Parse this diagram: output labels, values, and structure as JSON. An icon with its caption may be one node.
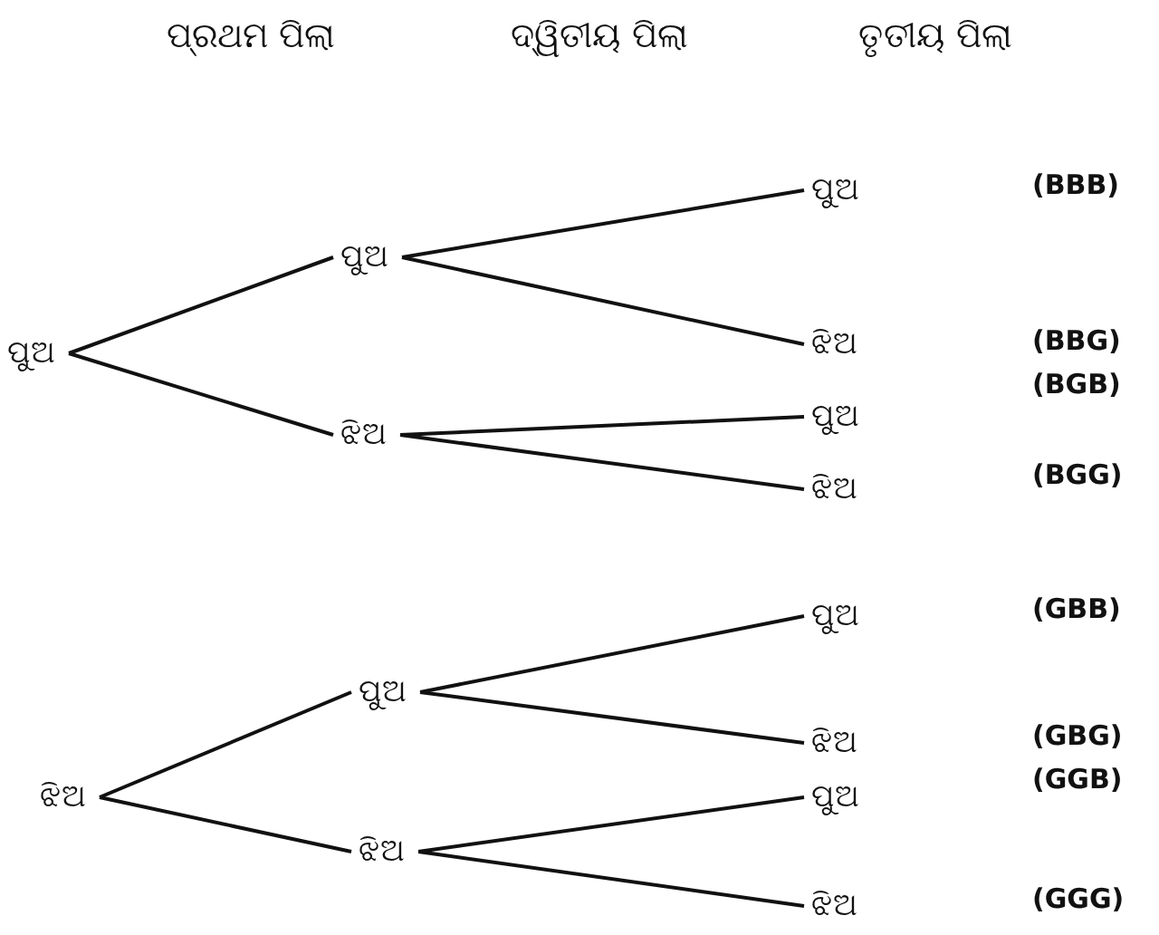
{
  "diagram": {
    "nodes": [
      {
        "text": [
          "ପୁଅ"
        ]
      },
      {
        "text": [
          "ପୁଅ"
        ]
      },
      {
        "text": [
          "ଝିଅ"
        ]
      },
      {
        "text": [
          "ପୁଅ"
        ]
      },
      {
        "text": [
          "ଝିଅ"
        ]
      },
      {
        "text": [
          "ପୁଅ"
        ]
      },
      {
        "text": [
          "ଝିଅ"
        ]
      },
      {
        "text": [
          "ଝିଅ"
        ]
      },
      {
        "text": [
          "ପୁଅ"
        ]
      },
      {
        "text": [
          "ଝିଅ"
        ]
      },
      {
        "text": [
          "ପୁଅ"
        ]
      },
      {
        "text": [
          "ଝିଅ"
        ]
      },
      {
        "text": [
          "ପୁଅ"
        ]
      },
      {
        "text": [
          "ଝିଅ"
        ]
      }
    ],
    "edges": [
      {
        "from": 0,
        "to": 1,
        "arrow": "none"
      },
      {
        "from": 0,
        "to": 2,
        "arrow": "none"
      },
      {
        "from": 1,
        "to": 3,
        "arrow": "none"
      },
      {
        "from": 1,
        "to": 4,
        "arrow": "none"
      },
      {
        "from": 2,
        "to": 5,
        "arrow": "none"
      },
      {
        "from": 2,
        "to": 6,
        "arrow": "none"
      },
      {
        "from": 7,
        "to": 8,
        "arrow": "none"
      },
      {
        "from": 7,
        "to": 9,
        "arrow": "none"
      },
      {
        "from": 8,
        "to": 10,
        "arrow": "none"
      },
      {
        "from": 8,
        "to": 11,
        "arrow": "none"
      },
      {
        "from": 9,
        "to": 12,
        "arrow": "none"
      },
      {
        "from": 9,
        "to": 13,
        "arrow": "none"
      }
    ],
    "labels": [
      "ପ୍ରଥମ ପିଲା",
      "ଦ୍ୱିତୀୟ ପିଲା",
      "ତୃତୀୟ ପିଲା",
      "(BBB)",
      "(BBG)",
      "(BGB)",
      "(BGG)",
      "(GBB)",
      "(GBG)",
      "(GGB)",
      "(GGG)"
    ]
  }
}
